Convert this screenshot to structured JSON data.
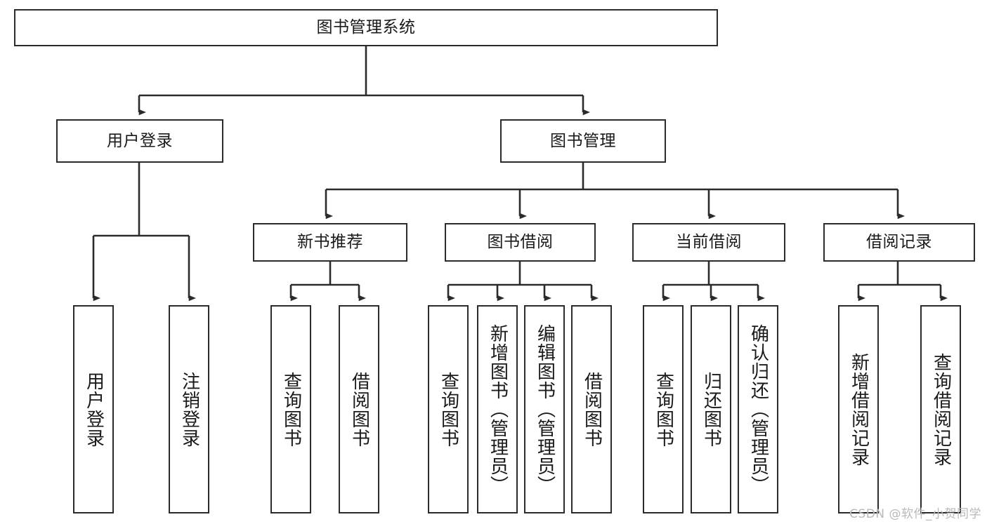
{
  "diagram": {
    "type": "hierarchy-tree",
    "title": "图书管理系统",
    "watermark": "CSDN @软件_小贺同学",
    "colors": {
      "stroke": "#2b2b2b",
      "fill": "#ffffff",
      "text": "#1a1a1a",
      "watermark": "#b9b9b9"
    },
    "nodes": {
      "root": {
        "label": "图书管理系统",
        "orientation": "horizontal"
      },
      "level1": [
        {
          "id": "user-login",
          "label": "用户登录",
          "orientation": "horizontal"
        },
        {
          "id": "book-manage",
          "label": "图书管理",
          "orientation": "horizontal"
        }
      ],
      "level2": [
        {
          "id": "new-book-recommend",
          "label": "新书推荐",
          "orientation": "horizontal"
        },
        {
          "id": "book-borrow",
          "label": "图书借阅",
          "orientation": "horizontal"
        },
        {
          "id": "current-borrow",
          "label": "当前借阅",
          "orientation": "horizontal"
        },
        {
          "id": "borrow-record",
          "label": "借阅记录",
          "orientation": "horizontal"
        }
      ],
      "leaves": [
        {
          "id": "leaf-user-login",
          "label": "用户登录",
          "parent": "user-login",
          "orientation": "vertical"
        },
        {
          "id": "leaf-logout",
          "label": "注销登录",
          "parent": "user-login",
          "orientation": "vertical"
        },
        {
          "id": "leaf-query-book-1",
          "label": "查询图书",
          "parent": "new-book-recommend",
          "orientation": "vertical"
        },
        {
          "id": "leaf-borrow-book-1",
          "label": "借阅图书",
          "parent": "new-book-recommend",
          "orientation": "vertical"
        },
        {
          "id": "leaf-query-book-2",
          "label": "查询图书",
          "parent": "book-borrow",
          "orientation": "vertical"
        },
        {
          "id": "leaf-add-book",
          "label": "新增图书（管理员）",
          "parent": "book-borrow",
          "orientation": "vertical"
        },
        {
          "id": "leaf-edit-book",
          "label": "编辑图书（管理员）",
          "parent": "book-borrow",
          "orientation": "vertical"
        },
        {
          "id": "leaf-borrow-book-2",
          "label": "借阅图书",
          "parent": "book-borrow",
          "orientation": "vertical"
        },
        {
          "id": "leaf-query-book-3",
          "label": "查询图书",
          "parent": "current-borrow",
          "orientation": "vertical"
        },
        {
          "id": "leaf-return-book",
          "label": "归还图书",
          "parent": "current-borrow",
          "orientation": "vertical"
        },
        {
          "id": "leaf-confirm-return",
          "label": "确认归还（管理员）",
          "parent": "current-borrow",
          "orientation": "vertical"
        },
        {
          "id": "leaf-add-record",
          "label": "新增借阅记录",
          "parent": "borrow-record",
          "orientation": "vertical"
        },
        {
          "id": "leaf-query-record",
          "label": "查询借阅记录",
          "parent": "borrow-record",
          "orientation": "vertical"
        }
      ]
    }
  }
}
